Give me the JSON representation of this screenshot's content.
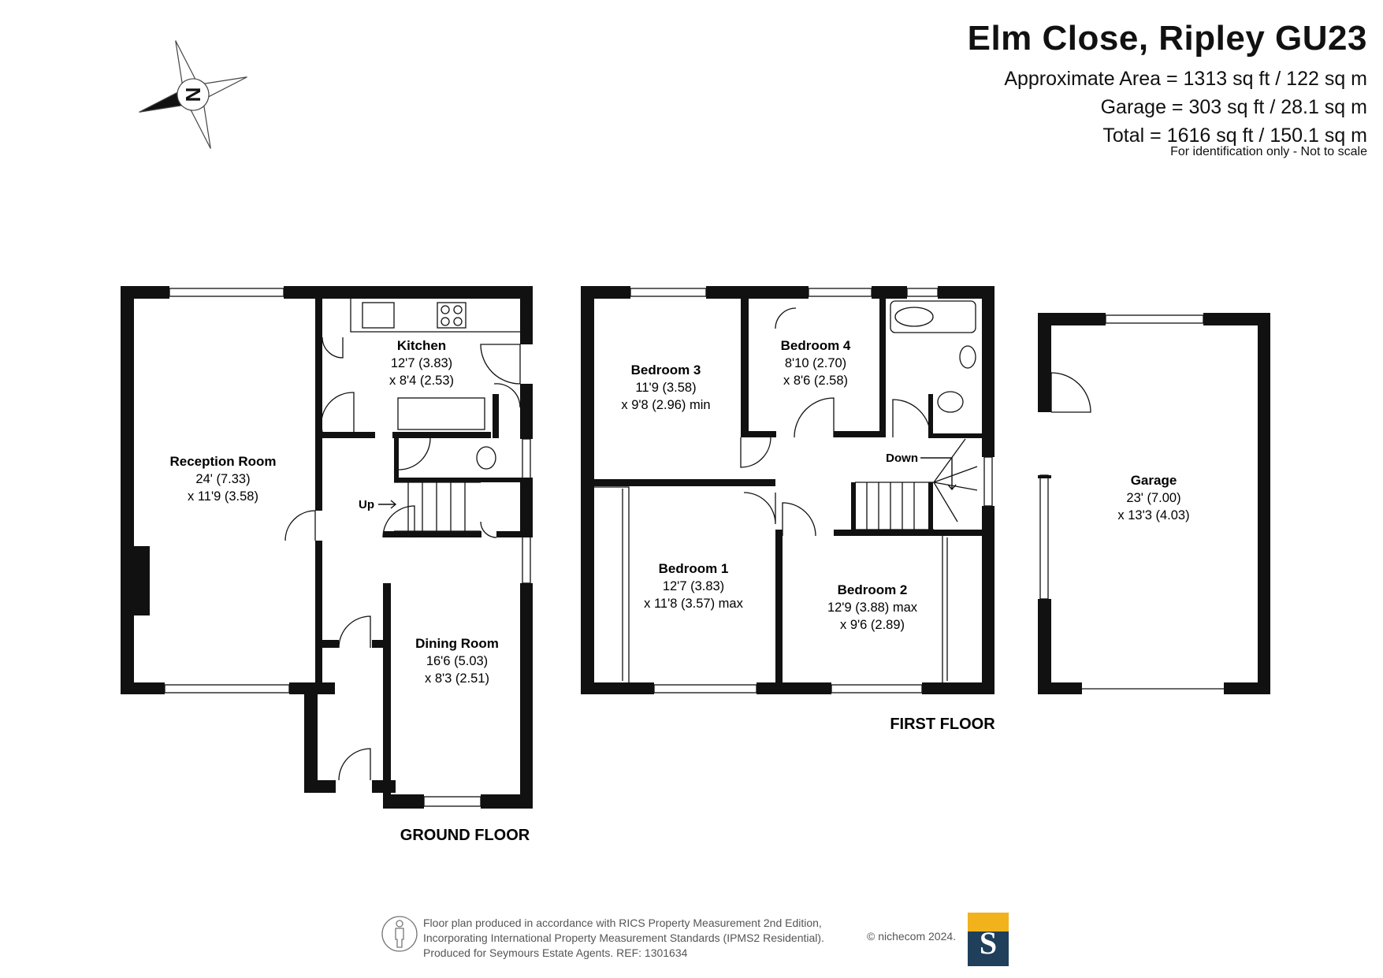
{
  "header": {
    "title": "Elm Close, Ripley GU23",
    "approx_area": "Approximate Area = 1313 sq ft / 122 sq m",
    "garage_area": "Garage = 303 sq ft / 28.1 sq m",
    "total_area": "Total = 1616 sq ft / 150.1 sq m",
    "note": "For identification only - Not to scale"
  },
  "compass": {
    "letter": "N"
  },
  "ground_floor": {
    "label": "GROUND FLOOR",
    "up_label": "Up",
    "reception": {
      "name": "Reception Room",
      "dim1": "24' (7.33)",
      "dim2": "x 11'9 (3.58)"
    },
    "kitchen": {
      "name": "Kitchen",
      "dim1": "12'7 (3.83)",
      "dim2": "x 8'4 (2.53)"
    },
    "dining": {
      "name": "Dining Room",
      "dim1": "16'6 (5.03)",
      "dim2": "x 8'3 (2.51)"
    }
  },
  "first_floor": {
    "label": "FIRST FLOOR",
    "down_label": "Down",
    "bedroom3": {
      "name": "Bedroom 3",
      "dim1": "11'9 (3.58)",
      "dim2": "x 9'8 (2.96) min"
    },
    "bedroom4": {
      "name": "Bedroom 4",
      "dim1": "8'10 (2.70)",
      "dim2": "x 8'6 (2.58)"
    },
    "bedroom1": {
      "name": "Bedroom 1",
      "dim1": "12'7 (3.83)",
      "dim2": "x 11'8 (3.57) max"
    },
    "bedroom2": {
      "name": "Bedroom 2",
      "dim1": "12'9 (3.88) max",
      "dim2": "x 9'6 (2.89)"
    }
  },
  "garage": {
    "name": "Garage",
    "dim1": "23' (7.00)",
    "dim2": "x 13'3 (4.03)"
  },
  "footer": {
    "line1": "Floor plan produced in accordance with RICS Property Measurement 2nd Edition,",
    "line2": "Incorporating International Property Measurement Standards (IPMS2 Residential).",
    "line3": "Produced for Seymours Estate Agents.   REF: 1301634",
    "copyright": "© nichecom 2024.",
    "logo_letter": "S"
  },
  "colors": {
    "wall": "#111111",
    "logo_bg": "#1f3f5b",
    "logo_accent": "#f2b21b",
    "text_muted": "#555555"
  }
}
